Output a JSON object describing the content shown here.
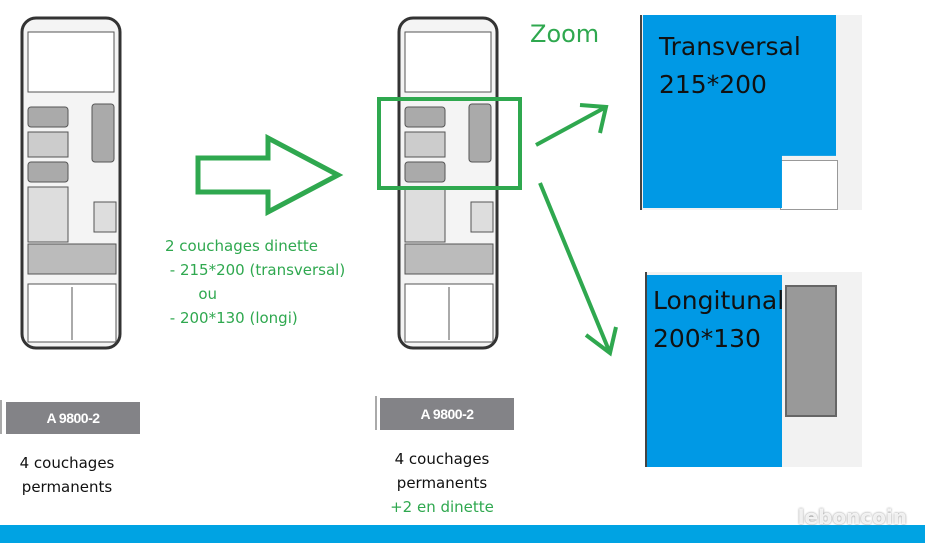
{
  "left_plan": {
    "model_label": "A 9800-2",
    "caption_line1": "4 couchages",
    "caption_line2": "permanents"
  },
  "middle_plan": {
    "model_label": "A 9800-2",
    "caption_line1": "4 couchages",
    "caption_line2": "permanents",
    "caption_extra": "+2 en dinette"
  },
  "note": {
    "line1": "2 couchages dinette",
    "line2": " - 215*200 (transversal)",
    "line3": "       ou",
    "line4": " - 200*130 (longi)"
  },
  "zoom_label": "Zoom",
  "transversal": {
    "title": "Transversal",
    "size": "215*200"
  },
  "longitudinal": {
    "title": "Longitunal",
    "size": "200*130"
  },
  "watermark": "leboncoin",
  "colors": {
    "green": "#2fa84f",
    "blue": "#0099e5",
    "footer": "#00a3e3",
    "label_grey": "#838387"
  }
}
